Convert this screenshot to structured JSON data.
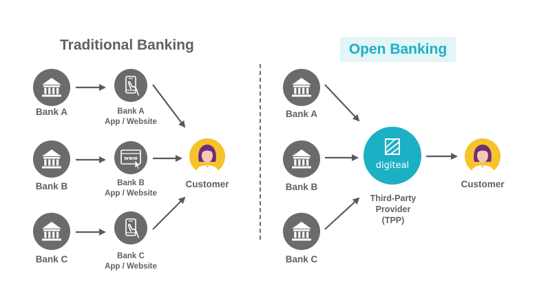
{
  "titles": {
    "traditional": "Traditional Banking",
    "open": "Open Banking"
  },
  "traditional": {
    "banks": [
      {
        "label": "Bank A"
      },
      {
        "label": "Bank B"
      },
      {
        "label": "Bank C"
      }
    ],
    "apps": [
      {
        "line1": "Bank A",
        "line2": "App / Website",
        "icon": "smartphone-icon"
      },
      {
        "line1": "Bank B",
        "line2": "App / Website",
        "icon": "browser-www-icon"
      },
      {
        "line1": "Bank C",
        "line2": "App / Website",
        "icon": "smartphone-icon"
      }
    ],
    "customer": {
      "label": "Customer"
    }
  },
  "open": {
    "banks": [
      {
        "label": "Bank A"
      },
      {
        "label": "Bank B"
      },
      {
        "label": "Bank C"
      }
    ],
    "tpp": {
      "logo_text": "digiteal",
      "line1": "Third-Party",
      "line2": "Provider",
      "line3": "(TPP)"
    },
    "customer": {
      "label": "Customer"
    }
  },
  "colors": {
    "icon_circle": "#6a6b6d",
    "text": "#5f6062",
    "accent": "#1cb0c4",
    "accent_bg": "#e3f5f7",
    "customer_bg": "#f7c32b",
    "hair": "#6e2d7e",
    "skin": "#f6c9b3"
  }
}
